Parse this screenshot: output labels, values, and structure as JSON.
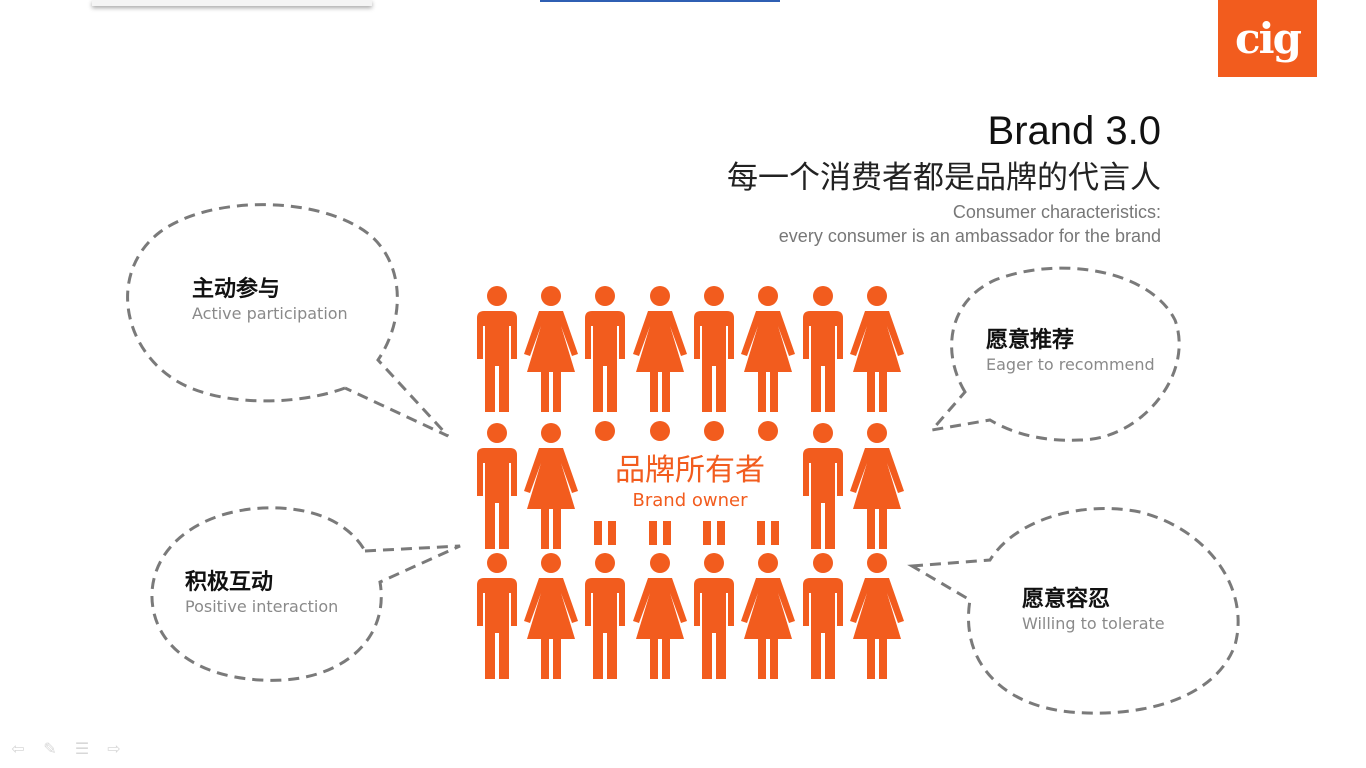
{
  "logo": {
    "text": "cig"
  },
  "title": {
    "main": "Brand 3.0",
    "cn": "每一个消费者都是品牌的代言人",
    "en_line1": "Consumer characteristics:",
    "en_line2": "every consumer is an ambassador for the brand"
  },
  "bubbles": [
    {
      "cn": "主动参与",
      "en": "Active participation"
    },
    {
      "cn": "愿意推荐",
      "en": "Eager to recommend"
    },
    {
      "cn": "积极互动",
      "en": "Positive interaction"
    },
    {
      "cn": "愿意容忍",
      "en": "Willing to tolerate"
    }
  ],
  "center": {
    "cn": "品牌所有者",
    "en": "Brand owner"
  },
  "colors": {
    "accent": "#f25c1e",
    "dash": "#7a7a7a"
  },
  "nav_icons": [
    "arrow-left-icon",
    "pen-icon",
    "menu-icon",
    "arrow-right-icon"
  ]
}
